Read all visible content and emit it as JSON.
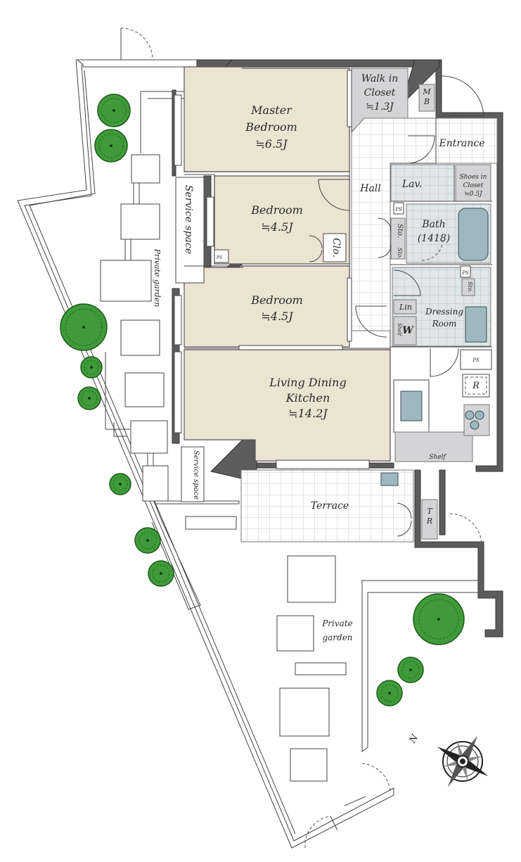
{
  "rooms": {
    "walk_in_closet": {
      "line1": "Walk in",
      "line2": "Closet",
      "size": "≒1.3J"
    },
    "mb": {
      "line1": "M",
      "line2": "B"
    },
    "entrance": "Entrance",
    "master_bedroom": {
      "line1": "Master",
      "line2": "Bedroom",
      "size": "≒6.5J"
    },
    "hall": "Hall",
    "lav": "Lav.",
    "shoes_closet": {
      "line1": "Shoes in",
      "line2": "Closet",
      "size": "≒0.5J"
    },
    "ps": "PS",
    "bedroom_2": {
      "name": "Bedroom",
      "size": "≒4.5J"
    },
    "bedroom_3": {
      "name": "Bedroom",
      "size": "≒4.5J"
    },
    "service_space_upper": "Service space",
    "service_space_lower": "Service space",
    "private_garden_side": "Private garden",
    "private_garden_front": {
      "line1": "Private",
      "line2": "garden"
    },
    "clo": "Clo.",
    "sto": "Sto.",
    "bath": {
      "name": "Bath",
      "size": "(1418)"
    },
    "lin": "Lin",
    "dressing_room": {
      "line1": "Dressing",
      "line2": "Room"
    },
    "w": "W",
    "shelf": "Shelf",
    "ldk": {
      "line1": "Living Dining",
      "line2": "Kitchen",
      "size": "≒14.2J"
    },
    "refrigerator": "R",
    "terrace": "Terrace",
    "tr": {
      "line1": "T",
      "line2": "R"
    }
  },
  "compass": {
    "label": "N"
  }
}
